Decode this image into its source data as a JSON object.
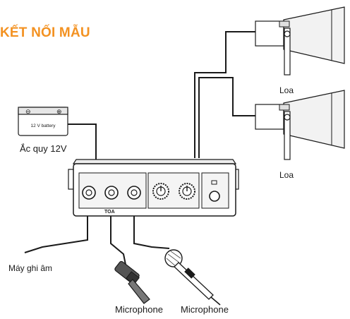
{
  "title": {
    "text": "KẾT NỐI MẪU",
    "color": "#F39222"
  },
  "labels": {
    "speaker_top": "Loa",
    "speaker_bottom": "Loa",
    "battery_box": "12 V battery",
    "battery": "Ắc quy 12V",
    "recorder": "Máy ghi âm",
    "mic_left": "Microphone",
    "mic_right": "Microphone",
    "brand": "TOA"
  },
  "colors": {
    "line": "#1a1a1a",
    "panel": "#ffffff",
    "shade": "#d9d9d9"
  }
}
